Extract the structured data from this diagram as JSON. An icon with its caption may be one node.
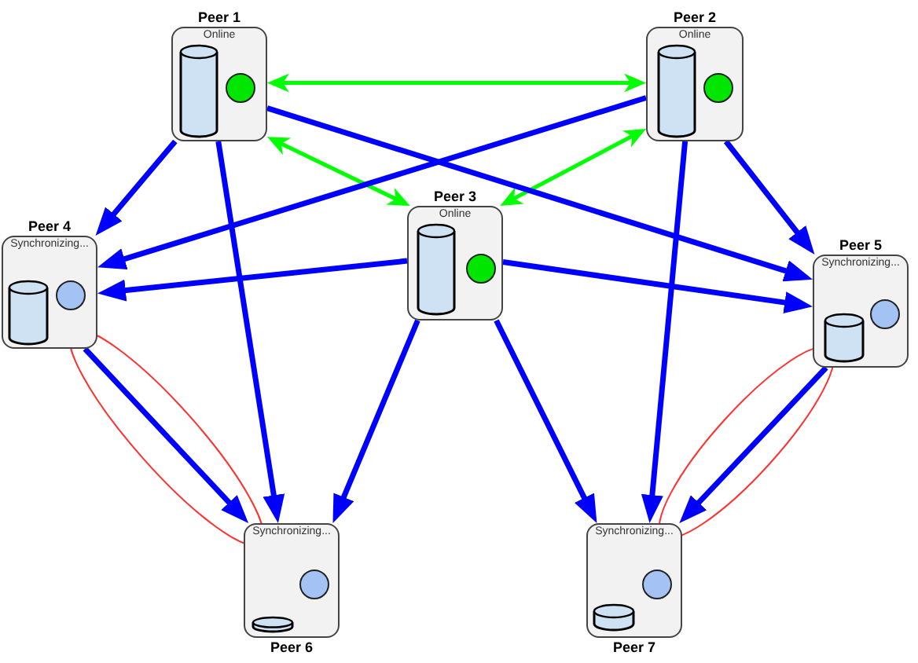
{
  "diagram": {
    "nodes": [
      {
        "text": [
          "Peer 1",
          "Online"
        ]
      },
      {
        "text": [
          "Peer 2",
          "Online"
        ]
      },
      {
        "text": [
          "Peer 3",
          "Online"
        ]
      },
      {
        "text": [
          "Peer 4",
          "Synchronizing..."
        ]
      },
      {
        "text": [
          "Peer 5",
          "Synchronizing..."
        ]
      },
      {
        "text": [
          "Synchronizing...",
          "Peer 6"
        ]
      },
      {
        "text": [
          "Synchronizing...",
          "Peer 7"
        ]
      }
    ],
    "edges": [
      {
        "from": 0,
        "to": 1,
        "arrow": "both",
        "color": "#00ff00"
      },
      {
        "from": 0,
        "to": 2,
        "arrow": "both",
        "color": "#00ff00"
      },
      {
        "from": 1,
        "to": 2,
        "arrow": "both",
        "color": "#00ff00"
      },
      {
        "from": 0,
        "to": 3,
        "arrow": "to"
      },
      {
        "from": 0,
        "to": 5,
        "arrow": "to"
      },
      {
        "from": 0,
        "to": 4,
        "arrow": "to"
      },
      {
        "from": 1,
        "to": 3,
        "arrow": "to"
      },
      {
        "from": 1,
        "to": 4,
        "arrow": "to"
      },
      {
        "from": 1,
        "to": 6,
        "arrow": "to"
      },
      {
        "from": 2,
        "to": 3,
        "arrow": "to"
      },
      {
        "from": 2,
        "to": 4,
        "arrow": "to"
      },
      {
        "from": 2,
        "to": 5,
        "arrow": "to"
      },
      {
        "from": 2,
        "to": 6,
        "arrow": "to"
      },
      {
        "from": 3,
        "to": 5,
        "arrow": "to"
      },
      {
        "from": 4,
        "to": 6,
        "arrow": "to"
      }
    ]
  }
}
